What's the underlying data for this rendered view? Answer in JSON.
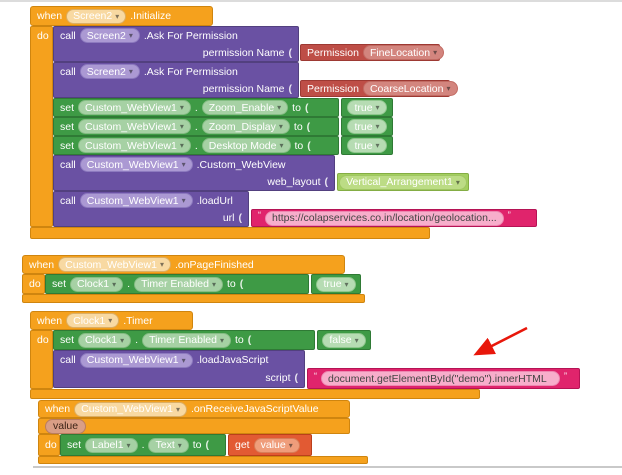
{
  "labels": {
    "when": "when",
    "do": "do",
    "call": "call",
    "set": "set",
    "to": "to",
    "get": "get",
    "dot": ".",
    "quote_open": "“",
    "quote_close": "”"
  },
  "icons": {
    "dropdown_caret": "▾",
    "annotation_arrow": "red-arrow"
  },
  "palette": {
    "event": "#f5a11d",
    "method": "#6a51a3",
    "setter": "#3e9a45",
    "logic": "#3e9a45",
    "permission": "#be4e47",
    "text_block": "#e0246c",
    "component": "#a3cf5f",
    "variable_get": "#e25a33",
    "arrow": "#e8170b"
  },
  "g1": {
    "component": "Screen2",
    "event": ".Initialize",
    "call1": {
      "component": "Screen2",
      "method": ".Ask For Permission",
      "param": "permission Name",
      "arg_label": "Permission",
      "arg_value": "FineLocation"
    },
    "call2": {
      "component": "Screen2",
      "method": ".Ask For Permission",
      "param": "permission Name",
      "arg_label": "Permission",
      "arg_value": "CoarseLocation"
    },
    "set1": {
      "component": "Custom_WebView1",
      "prop": "Zoom_Enable",
      "value": "true"
    },
    "set2": {
      "component": "Custom_WebView1",
      "prop": "Zoom_Display",
      "value": "true"
    },
    "set3": {
      "component": "Custom_WebView1",
      "prop": "Desktop Mode",
      "value": "true"
    },
    "call3": {
      "component": "Custom_WebView1",
      "method": ".Custom_WebView",
      "param": "web_layout",
      "arg_component": "Vertical_Arrangement1"
    },
    "call4": {
      "component": "Custom_WebView1",
      "method": ".loadUrl",
      "param": "url",
      "text": "https://colapservices.co.in/location/geolocation..."
    }
  },
  "g2": {
    "component": "Custom_WebView1",
    "event": ".onPageFinished",
    "set": {
      "component": "Clock1",
      "prop": "Timer Enabled",
      "value": "true"
    }
  },
  "g3": {
    "component": "Clock1",
    "event": ".Timer",
    "set": {
      "component": "Clock1",
      "prop": "Timer Enabled",
      "value": "false"
    },
    "call": {
      "component": "Custom_WebView1",
      "method": ".loadJavaScript",
      "param": "script",
      "text": "document.getElementById(\"demo\").innerHTML"
    }
  },
  "g4": {
    "component": "Custom_WebView1",
    "event": ".onReceiveJavaScriptValue",
    "param": "value",
    "set": {
      "component": "Label1",
      "prop": "Text"
    },
    "get": {
      "var": "value"
    }
  }
}
